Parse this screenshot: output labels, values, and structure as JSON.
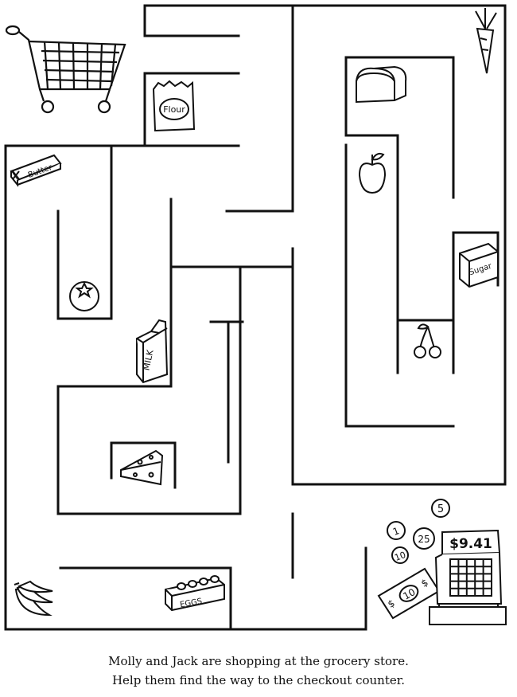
{
  "puzzle": {
    "caption_line1": "Molly and Jack are shopping at the grocery store.",
    "caption_line2": "Help them find the way to the checkout counter."
  },
  "labels": {
    "flour": "Flour",
    "butter": "Butter",
    "sugar": "Sugar",
    "milk": "MILK",
    "eggs": "EGGS",
    "price": "$9.41",
    "bill": "10",
    "coins": [
      "5",
      "25",
      "1",
      "10"
    ]
  },
  "icons": [
    "shopping-cart-icon",
    "carrot-icon",
    "bread-icon",
    "flour-bag-icon",
    "butter-icon",
    "apple-icon",
    "sugar-box-icon",
    "tomato-icon",
    "cherries-icon",
    "milk-carton-icon",
    "cheese-icon",
    "bananas-icon",
    "egg-carton-icon",
    "cash-register-icon",
    "dollar-bill-icon",
    "coin-icon"
  ]
}
